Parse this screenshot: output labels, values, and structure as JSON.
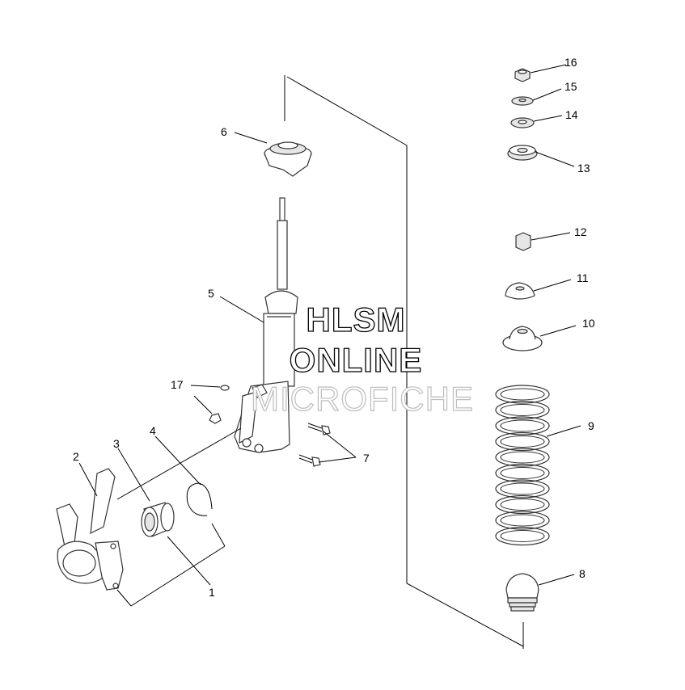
{
  "callouts": {
    "c1": "1",
    "c2": "2",
    "c3": "3",
    "c4": "4",
    "c5": "5",
    "c6": "6",
    "c7": "7",
    "c8": "8",
    "c9": "9",
    "c10": "10",
    "c11": "11",
    "c12": "12",
    "c13": "13",
    "c14": "14",
    "c15": "15",
    "c16": "16",
    "c17": "17"
  },
  "watermark": {
    "line1": "HLSM",
    "line2": "ONLINE",
    "line3": "MICROFICHE"
  }
}
